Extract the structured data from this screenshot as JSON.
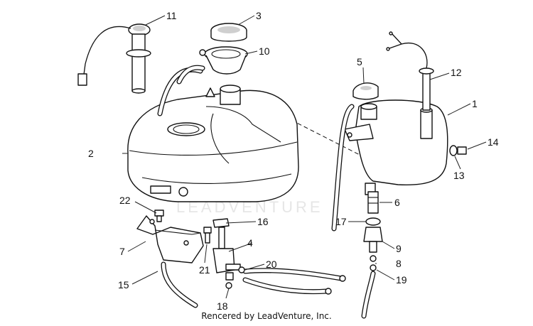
{
  "diagram": {
    "watermark": "LEADVENTURE",
    "credit": "Rencered by LeadVenture, Inc.",
    "callouts": {
      "c1": "1",
      "c2": "2",
      "c3": "3",
      "c4": "4",
      "c5": "5",
      "c6": "6",
      "c7": "7",
      "c8": "8",
      "c9": "9",
      "c10": "10",
      "c11": "11",
      "c12": "12",
      "c13": "13",
      "c14": "14",
      "c15": "15",
      "c16": "16",
      "c17": "17",
      "c18": "18",
      "c19": "19",
      "c20": "20",
      "c21": "21",
      "c22": "22"
    }
  }
}
